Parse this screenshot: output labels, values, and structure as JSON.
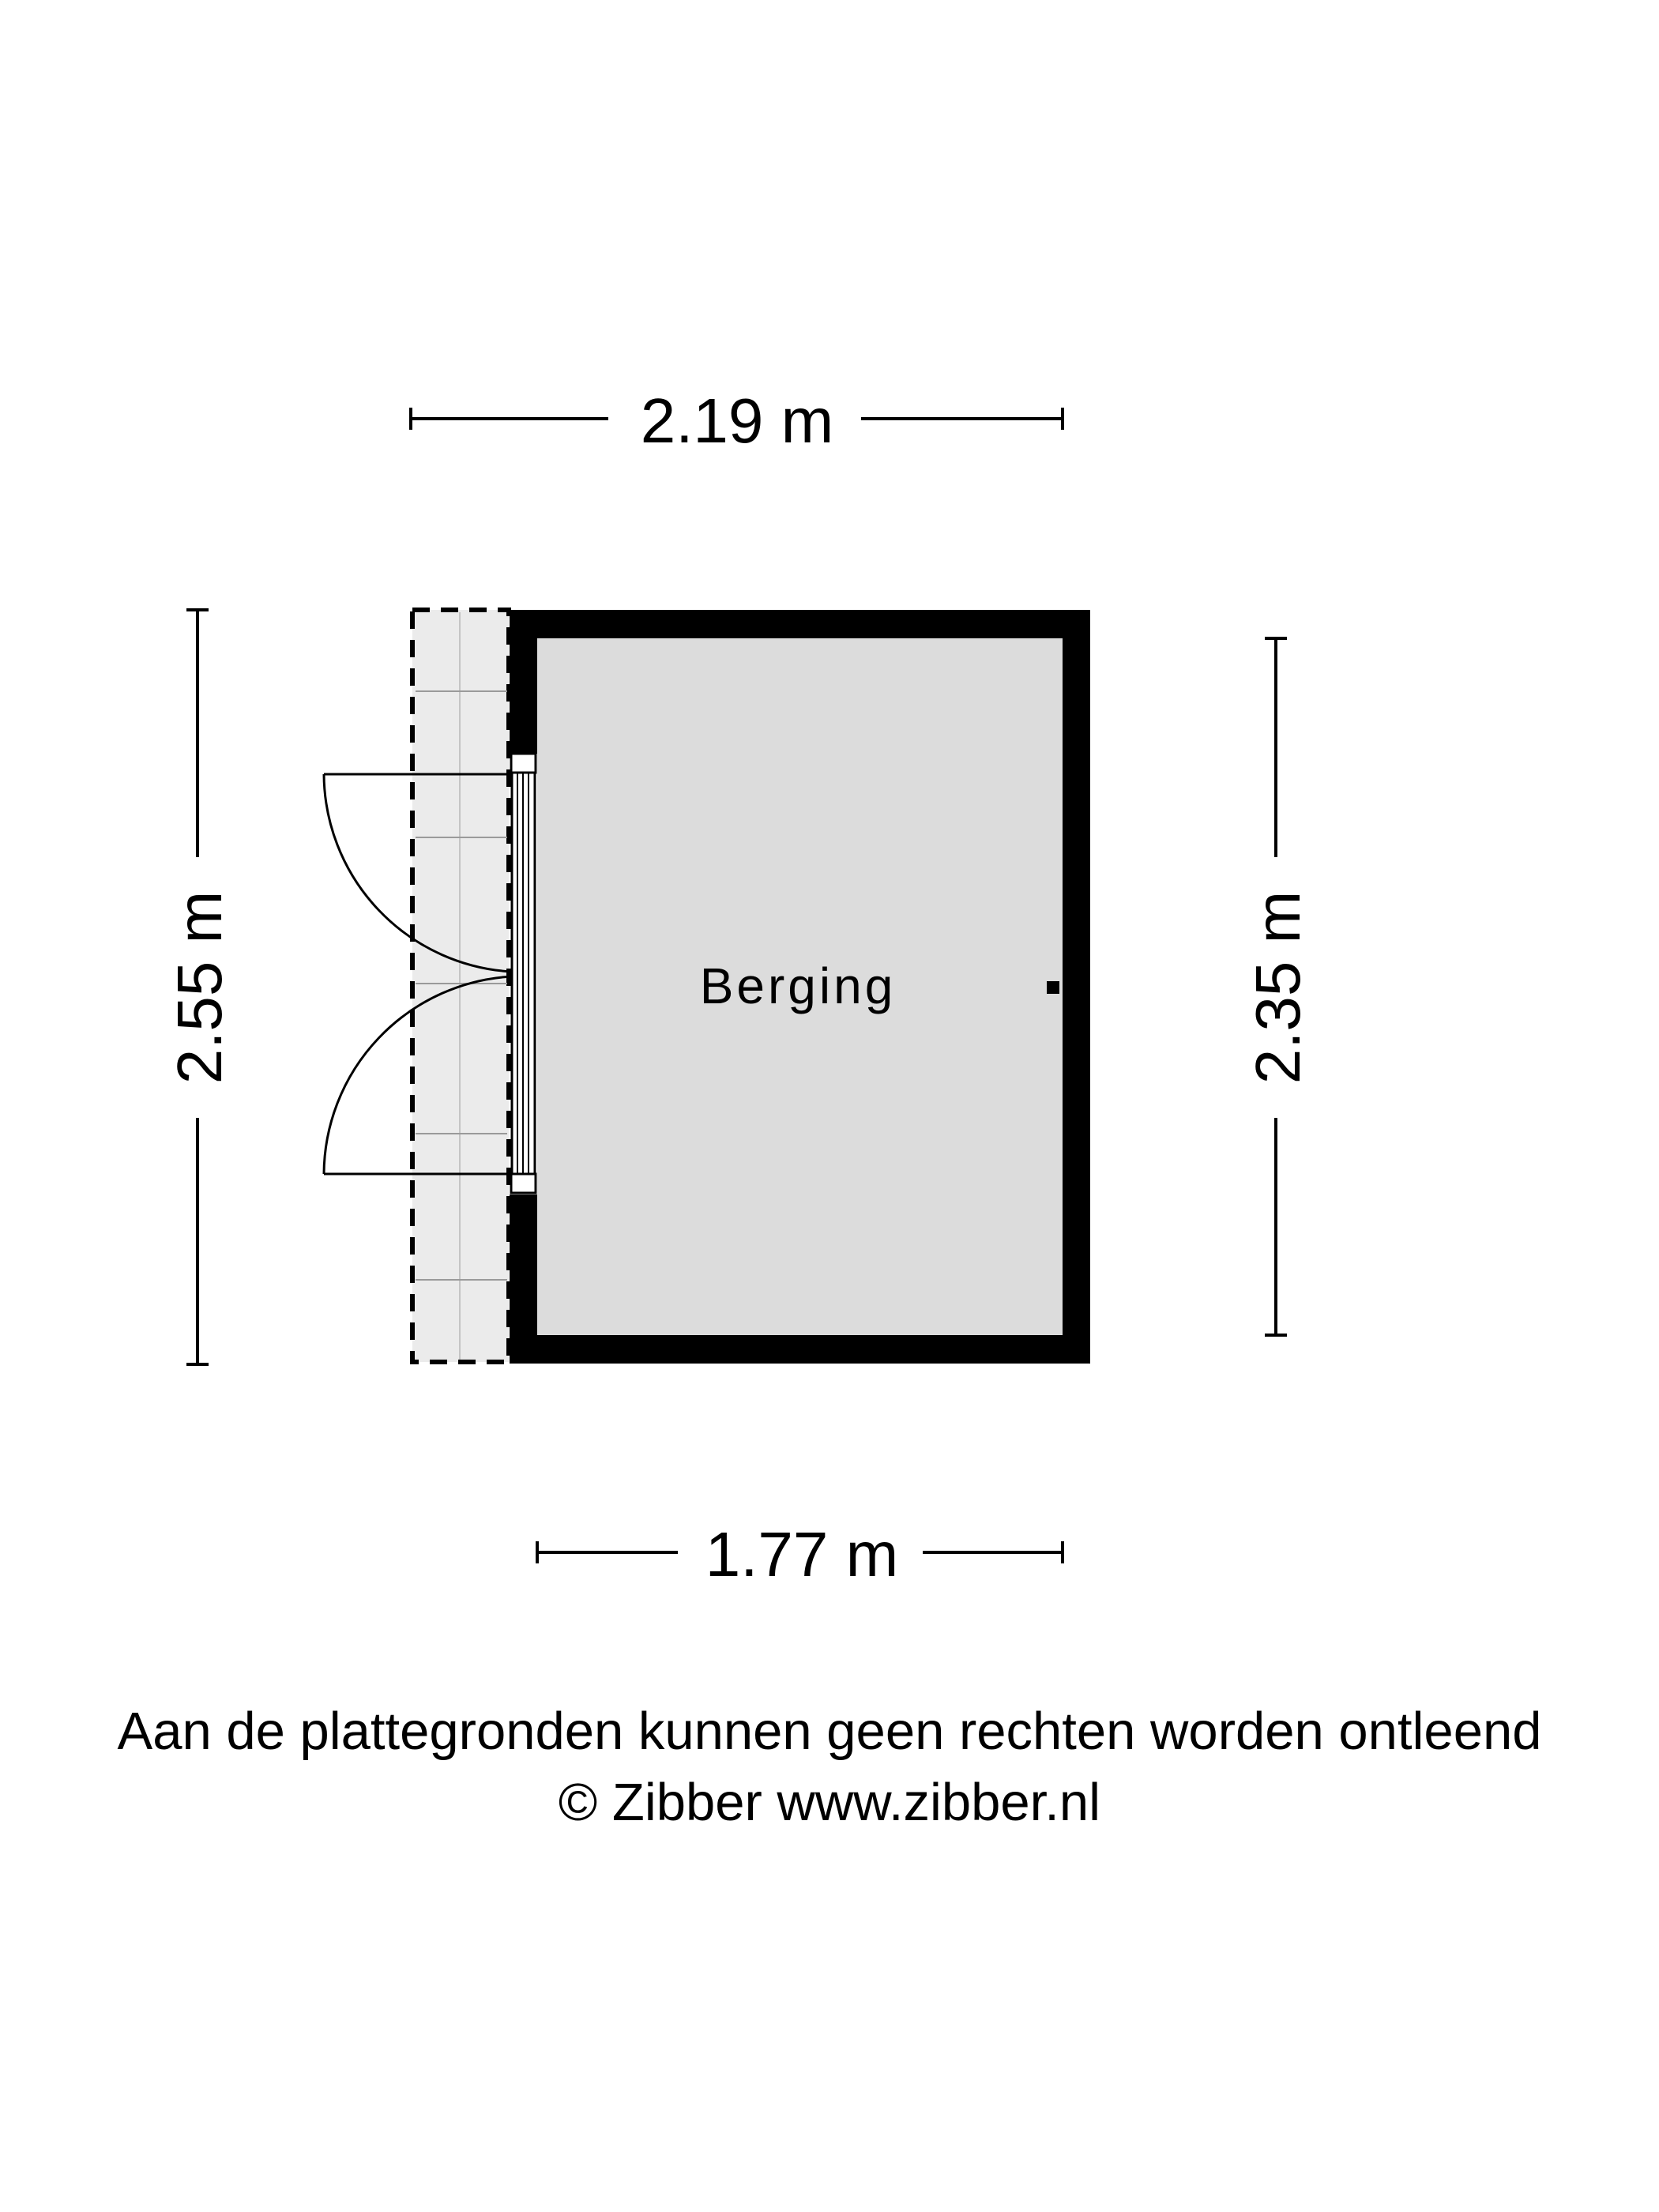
{
  "floorplan": {
    "room_name": "Berging",
    "dimensions": {
      "top_width": "2.19 m",
      "bottom_width": "1.77 m",
      "left_height": "2.55 m",
      "right_height": "2.35 m"
    }
  },
  "footer": {
    "disclaimer": "Aan de plattegronden kunnen geen rechten worden ontleend",
    "copyright": "© Zibber www.zibber.nl"
  },
  "colors": {
    "wall": "#000000",
    "floor": "#dcdcdc",
    "terrace": "#ebebeb",
    "background": "#ffffff"
  }
}
